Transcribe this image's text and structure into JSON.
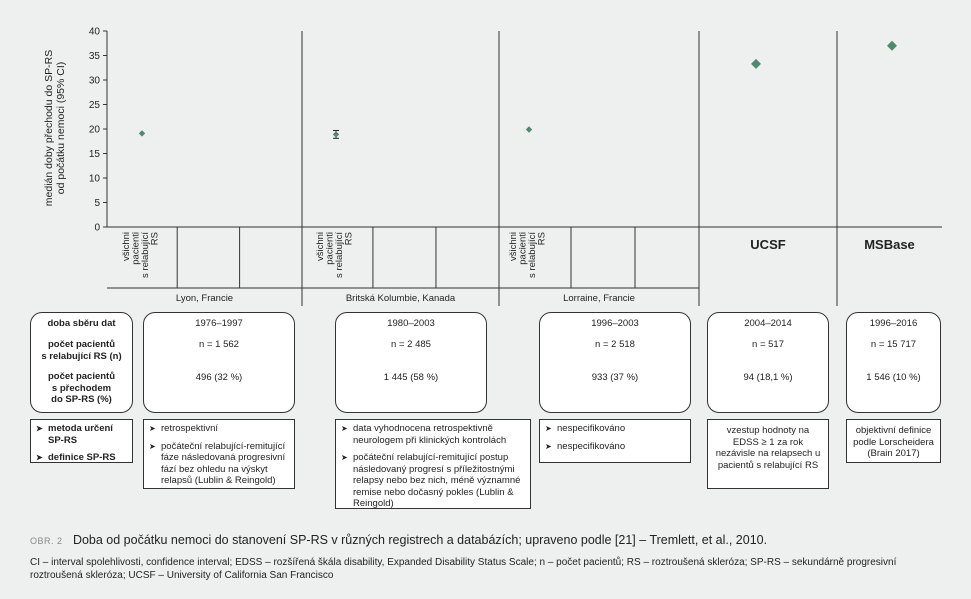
{
  "chart_data": {
    "type": "scatter",
    "ylabel_lines": [
      "medián doby přechodu do SP-RS",
      "od počátku nemoci (95% CI)"
    ],
    "ylim": [
      0,
      40
    ],
    "yticks": [
      "0",
      "5",
      "10",
      "15",
      "20",
      "25",
      "30",
      "35",
      "40"
    ],
    "groups": [
      {
        "name": "Lyon, Francie",
        "subhead": "",
        "rotated": [
          "všichni",
          "pacienti",
          "s relabující",
          "RS"
        ]
      },
      {
        "name": "Britská Kolumbie, Kanada",
        "subhead": "",
        "rotated": [
          "všichni",
          "pacienti",
          "s relabující",
          "RS"
        ]
      },
      {
        "name": "Lorraine, Francie",
        "subhead": "",
        "rotated": [
          "všichni",
          "pacienti",
          "s relabující",
          "RS"
        ]
      },
      {
        "name": "",
        "subhead": "UCSF",
        "rotated": []
      },
      {
        "name": "",
        "subhead": "MSBase",
        "rotated": []
      }
    ],
    "points": [
      {
        "group": 0,
        "y": 19.1,
        "marker": "small"
      },
      {
        "group": 1,
        "y": 18.9,
        "ci": [
          18.1,
          19.7
        ],
        "marker": "small"
      },
      {
        "group": 2,
        "y": 19.9,
        "marker": "small"
      },
      {
        "group": 3,
        "y": 33.3,
        "marker": "large"
      },
      {
        "group": 4,
        "y": 37.0,
        "marker": "large"
      }
    ],
    "marker_color": "#4f8a6c",
    "grid": false
  },
  "table": {
    "row_labels": [
      [
        "doba sběru dat"
      ],
      [
        "počet pacientů",
        "s relabující RS (n)"
      ],
      [
        "počet pacientů",
        "s přechodem",
        "do SP-RS (%)"
      ]
    ],
    "columns": [
      {
        "period": "1976–1997",
        "n": "n = 1 562",
        "sp": "496 (32 %)"
      },
      {
        "period": "1980–2003",
        "n": "n = 2 485",
        "sp": "1 445 (58 %)"
      },
      {
        "period": "1996–2003",
        "n": "n = 2 518",
        "sp": "933 (37 %)"
      },
      {
        "period": "2004–2014",
        "n": "n = 517",
        "sp": "94 (18,1 %)"
      },
      {
        "period": "1996–2016",
        "n": "n = 15 717",
        "sp": "1 546 (10 %)"
      }
    ]
  },
  "methods": {
    "labels": [
      "metoda určení SP-RS",
      "definice SP-RS"
    ],
    "lyon": [
      "retrospektivní",
      "počáteční relabující-remitující fáze následovaná progresivní fází bez ohledu na výskyt relapsů (Lublin & Reingold)"
    ],
    "bc": [
      "data vyhodnocena retrospektivně neurologem při klinických kontrolách",
      "počáteční relabující-remitující postup následovaný progresí s příležitostnými relapsy nebo bez nich, méně významné remise nebo dočasný pokles (Lublin & Reingold)"
    ],
    "lorraine": [
      "nespecifikováno",
      "nespecifikováno"
    ],
    "ucsf": "vzestup hodnoty na EDSS ≥ 1 za rok nezávisle na relapsech u pacientů s relabující RS",
    "msbase": "objektivní definice podle Lorscheidera (Brain 2017)"
  },
  "caption": {
    "prefix": "OBR. 2",
    "text": "Doba od počátku nemoci do stanovení SP-RS v různých registrech a databázích; upraveno podle [21] – Tremlett, et al., 2010."
  },
  "footnote": "CI – interval spolehlivosti, confidence interval; EDSS – rozšířená škála disability, Expanded Disability Status Scale; n – počet pacientů; RS – roztroušená skleróza; SP-RS – sekundárně progresivní roztroušená skleróza; UCSF – University of California San Francisco"
}
